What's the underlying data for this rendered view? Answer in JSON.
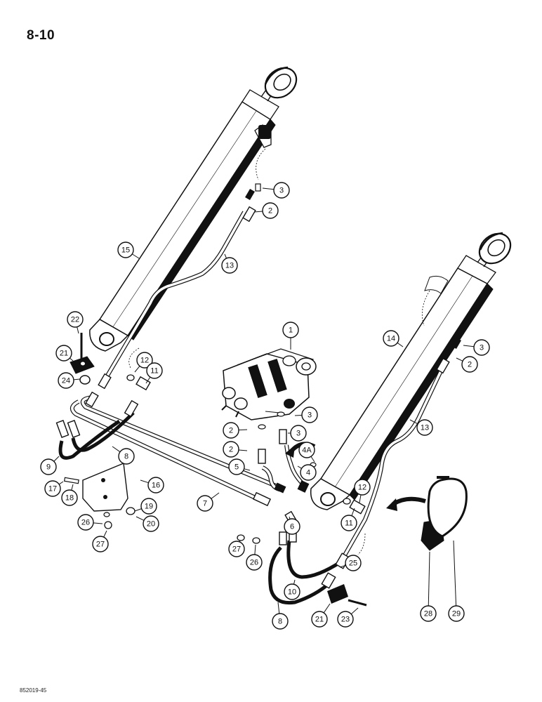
{
  "page_number": "8-10",
  "figure_code": "852019-45",
  "callouts": [
    "3",
    "2",
    "15",
    "13",
    "22",
    "21",
    "12",
    "11",
    "24",
    "1",
    "14",
    "3",
    "2",
    "3",
    "2",
    "3",
    "2",
    "13",
    "4A",
    "4",
    "9",
    "8",
    "5",
    "17",
    "18",
    "16",
    "7",
    "12",
    "11",
    "19",
    "6",
    "26",
    "20",
    "27",
    "27",
    "26",
    "25",
    "10",
    "28",
    "29",
    "8",
    "21",
    "23"
  ],
  "icons": [
    "lift-cylinder-icon",
    "control-valve-icon",
    "hydraulic-hose-icon",
    "tube-icon",
    "fitting-icon",
    "clamp-icon",
    "guard-plate-icon",
    "arrow-icon"
  ]
}
